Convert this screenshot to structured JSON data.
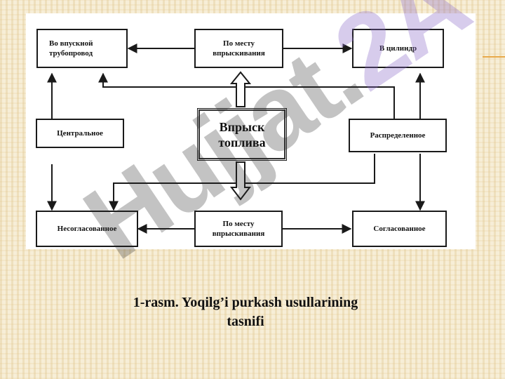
{
  "diagram": {
    "nodes": {
      "intake": "Во впускной\nтрубопровод",
      "place_top": "По месту\nвпрыскивания",
      "cylinder": "В цилиндр",
      "central": "Центральное",
      "injection": "Впрыск\nтоплива",
      "distributed": "Распределенное",
      "unsync": "Несогласованное",
      "place_bottom": "По месту\nвпрыскивания",
      "sync": "Согласованное"
    }
  },
  "watermark": {
    "text_dark": "Hujjat.",
    "text_accent": "2A"
  },
  "caption": {
    "line1": "1-rasm. Yoqilg’i purkash usullarining",
    "line2": "tasnifi"
  }
}
